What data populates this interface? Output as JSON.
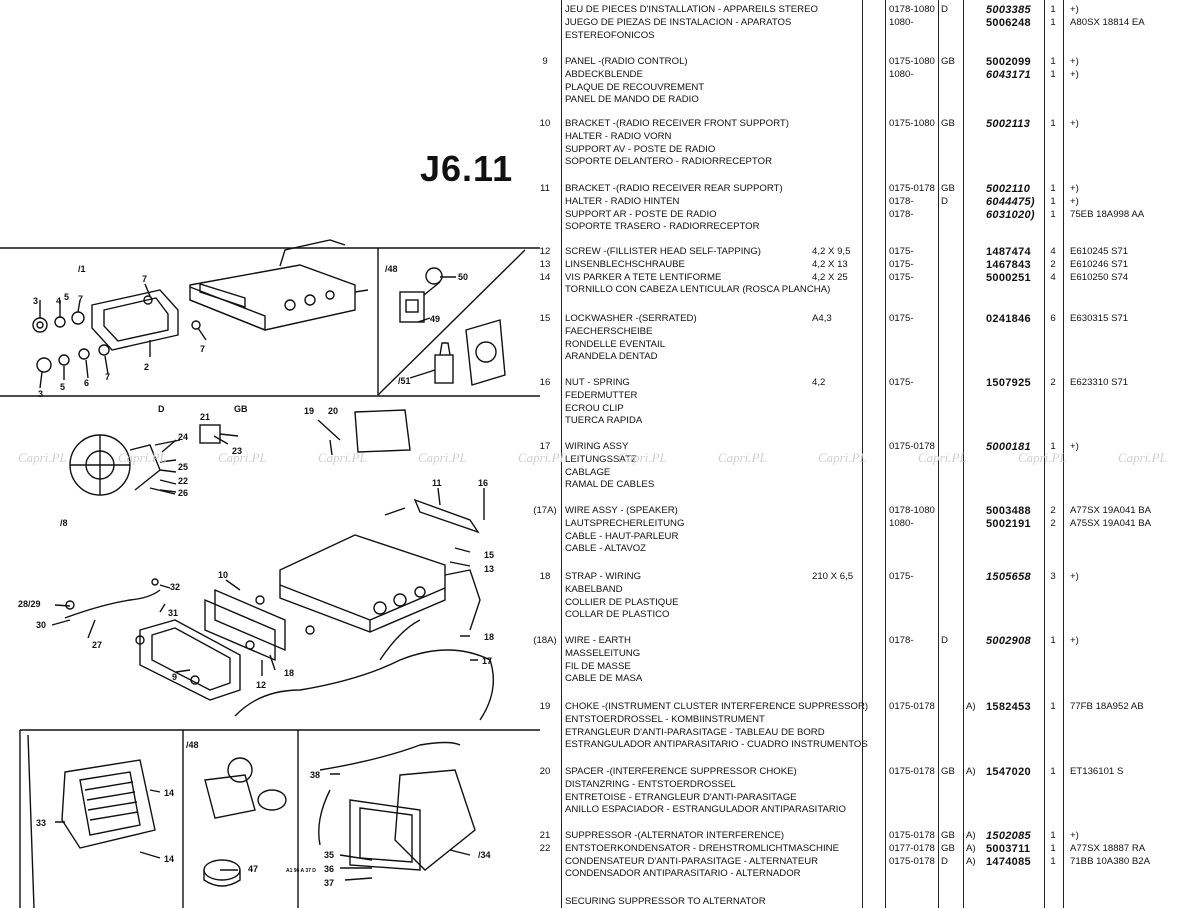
{
  "page_code": "J6.11",
  "watermark_text": "Capri.PL",
  "diagram_labels": {
    "section_fig_1": "/1",
    "section_fig_48_top": "/48",
    "section_fig_51": "/51",
    "section_fig_8": "/8",
    "section_fig_48_bottom": "/48",
    "section_fig_34": "/34",
    "market_d": "D",
    "market_gb": "GB",
    "n_3": "3",
    "n_4": "4",
    "n_5a": "5",
    "n_7a": "7",
    "n_7b": "7",
    "n_7c": "7",
    "n_2": "2",
    "n_5b": "5",
    "n_6": "6",
    "n_7d": "7",
    "n_3b": "3",
    "n_50": "50",
    "n_49": "49",
    "n_21": "21",
    "n_24": "24",
    "n_25": "25",
    "n_22": "22",
    "n_26": "26",
    "n_23": "23",
    "n_19": "19",
    "n_20": "20",
    "n_11": "11",
    "n_16": "16",
    "n_15": "15",
    "n_13": "13",
    "n_10": "10",
    "n_32": "32",
    "n_28_29": "28/29",
    "n_31": "31",
    "n_30": "30",
    "n_27": "27",
    "n_9": "9",
    "n_12": "12",
    "n_18a": "18",
    "n_18b": "18",
    "n_17": "17",
    "n_33": "33",
    "n_14a": "14",
    "n_14b": "14",
    "n_47": "47",
    "n_38": "38",
    "n_35": "35",
    "n_36": "36",
    "n_37": "37",
    "tiny_note": "A1 96 A 37 D"
  },
  "parts": [
    {
      "ref": "",
      "desc": [
        "JEU DE PIECES D'INSTALLATION - APPAREILS STEREO",
        "JUEGO DE PIEZAS DE INSTALACION - APARATOS",
        "ESTEREOFONICOS"
      ],
      "size": [],
      "range": [
        "0178-1080",
        "1080-"
      ],
      "market": [
        "D"
      ],
      "note": [],
      "part_no": [
        "5003385",
        "5006248"
      ],
      "qty": [
        "1",
        "1"
      ],
      "remark": [
        "+)",
        "A80SX 18814 EA"
      ]
    },
    {
      "ref": "9",
      "desc": [
        "PANEL -(RADIO CONTROL)",
        "ABDECKBLENDE",
        "PLAQUE DE RECOUVREMENT",
        "PANEL DE MANDO DE RADIO"
      ],
      "size": [],
      "range": [
        "0175-1080",
        "1080-"
      ],
      "market": [
        "GB"
      ],
      "note": [],
      "part_no": [
        "5002099",
        "6043171"
      ],
      "qty": [
        "1",
        "1"
      ],
      "remark": [
        "+)",
        "+)"
      ]
    },
    {
      "ref": "10",
      "desc": [
        "BRACKET -(RADIO RECEIVER FRONT SUPPORT)",
        "HALTER - RADIO VORN",
        "SUPPORT AV - POSTE DE RADIO",
        "SOPORTE DELANTERO - RADIORRECEPTOR"
      ],
      "size": [],
      "range": [
        "0175-1080"
      ],
      "market": [
        "GB"
      ],
      "note": [],
      "part_no": [
        "5002113"
      ],
      "qty": [
        "1"
      ],
      "remark": [
        "+)"
      ]
    },
    {
      "ref": "11",
      "desc": [
        "BRACKET -(RADIO RECEIVER REAR SUPPORT)",
        "HALTER - RADIO HINTEN",
        "SUPPORT AR - POSTE DE RADIO",
        "SOPORTE TRASERO - RADIORRECEPTOR"
      ],
      "size": [],
      "range": [
        "0175-0178",
        "0178-",
        "0178-"
      ],
      "market": [
        "GB",
        "D"
      ],
      "note": [],
      "part_no": [
        "5002110",
        "6044475)",
        "6031020)"
      ],
      "qty": [
        "1",
        "1",
        "1"
      ],
      "remark": [
        "+)",
        "+)",
        "75EB 18A998 AA"
      ]
    },
    {
      "ref": "12\n13\n14",
      "desc": [
        "SCREW -(FILLISTER HEAD SELF-TAPPING)",
        "LINSENBLECHSCHRAUBE",
        "VIS PARKER A TETE LENTIFORME",
        "TORNILLO CON CABEZA LENTICULAR (ROSCA PLANCHA)"
      ],
      "size": [
        "4,2 X 9,5",
        "4,2 X 13",
        "4,2 X 25"
      ],
      "range": [
        "0175-",
        "0175-",
        "0175-"
      ],
      "market": [],
      "note": [],
      "part_no": [
        "1487474",
        "1467843",
        "5000251"
      ],
      "qty": [
        "4",
        "2",
        "4"
      ],
      "remark": [
        "E610245 S71",
        "E610246 S71",
        "E610250 S74"
      ]
    },
    {
      "ref": "15",
      "desc": [
        "LOCKWASHER -(SERRATED)",
        "FAECHERSCHEIBE",
        "RONDELLE EVENTAIL",
        "ARANDELA DENTAD"
      ],
      "size": [
        "A4,3"
      ],
      "range": [
        "0175-"
      ],
      "market": [],
      "note": [],
      "part_no": [
        "0241846"
      ],
      "qty": [
        "6"
      ],
      "remark": [
        "E630315 S71"
      ]
    },
    {
      "ref": "16",
      "desc": [
        "NUT - SPRING",
        "FEDERMUTTER",
        "ECROU CLIP",
        "TUERCA RAPIDA"
      ],
      "size": [
        "4,2"
      ],
      "range": [
        "0175-"
      ],
      "market": [],
      "note": [],
      "part_no": [
        "1507925"
      ],
      "qty": [
        "2"
      ],
      "remark": [
        "E623310 S71"
      ]
    },
    {
      "ref": "17",
      "desc": [
        "WIRING ASSY",
        "LEITUNGSSATZ",
        "CABLAGE",
        "RAMAL DE CABLES"
      ],
      "size": [],
      "range": [
        "0175-0178"
      ],
      "market": [],
      "note": [],
      "part_no": [
        "5000181"
      ],
      "qty": [
        "1"
      ],
      "remark": [
        "+)"
      ]
    },
    {
      "ref": "(17A)",
      "desc": [
        "WIRE ASSY - (SPEAKER)",
        "LAUTSPRECHERLEITUNG",
        "CABLE - HAUT-PARLEUR",
        "CABLE - ALTAVOZ"
      ],
      "size": [],
      "range": [
        "0178-1080",
        "1080-"
      ],
      "market": [],
      "note": [],
      "part_no": [
        "5003488",
        "5002191"
      ],
      "qty": [
        "2",
        "2"
      ],
      "remark": [
        "A77SX 19A041 BA",
        "A75SX 19A041 BA"
      ]
    },
    {
      "ref": "18",
      "desc": [
        "STRAP - WIRING",
        "KABELBAND",
        "COLLIER DE PLASTIQUE",
        "COLLAR DE PLASTICO"
      ],
      "size": [
        "210 X 6,5"
      ],
      "range": [
        "0175-"
      ],
      "market": [],
      "note": [],
      "part_no": [
        "1505658"
      ],
      "qty": [
        "3"
      ],
      "remark": [
        "+)"
      ]
    },
    {
      "ref": "(18A)",
      "desc": [
        "WIRE - EARTH",
        "MASSELEITUNG",
        "FIL DE MASSE",
        "CABLE DE MASA"
      ],
      "size": [],
      "range": [
        "0178-"
      ],
      "market": [
        "D"
      ],
      "note": [],
      "part_no": [
        "5002908"
      ],
      "qty": [
        "1"
      ],
      "remark": [
        "+)"
      ]
    },
    {
      "ref": "19",
      "desc": [
        "CHOKE -(INSTRUMENT CLUSTER INTERFERENCE SUPPRESSOR)",
        "ENTSTOERDROSSEL - KOMBIINSTRUMENT",
        "ETRANGLEUR D'ANTI-PARASITAGE - TABLEAU DE BORD",
        "ESTRANGULADOR ANTIPARASITARIO - CUADRO INSTRUMENTOS"
      ],
      "size": [],
      "range": [
        "0175-0178"
      ],
      "market": [],
      "note": [
        "A)"
      ],
      "part_no": [
        "1582453"
      ],
      "qty": [
        "1"
      ],
      "remark": [
        "77FB 18A952 AB"
      ]
    },
    {
      "ref": "20",
      "desc": [
        "SPACER -(INTERFERENCE SUPPRESSOR CHOKE)",
        "DISTANZRING - ENTSTOERDROSSEL",
        "ENTRETOISE - ETRANGLEUR D'ANTI-PARASITAGE",
        "ANILLO ESPACIADOR - ESTRANGULADOR ANTIPARASITARIO"
      ],
      "size": [],
      "range": [
        "0175-0178"
      ],
      "market": [
        "GB"
      ],
      "note": [
        "A)"
      ],
      "part_no": [
        "1547020"
      ],
      "qty": [
        "1"
      ],
      "remark": [
        "Et136101 S"
      ]
    },
    {
      "ref": "21\n22",
      "desc": [
        "SUPPRESSOR -(ALTERNATOR INTERFERENCE)",
        "ENTSTOERKONDENSATOR - DREHSTROMLICHTMASCHINE",
        "CONDENSATEUR D'ANTI-PARASITAGE - ALTERNATEUR",
        "CONDENSADOR ANTIPARASITARIO - ALTERNADOR"
      ],
      "size": [],
      "range": [
        "0175-0178",
        "0177-0178",
        "0175-0178"
      ],
      "market": [
        "GB",
        "GB",
        "D"
      ],
      "note": [
        "A)",
        "A)",
        "A)"
      ],
      "part_no": [
        "1502085",
        "5003711",
        "1474085"
      ],
      "qty": [
        "1",
        "1",
        "1"
      ],
      "remark": [
        "+)",
        "A77SX 18887 RA",
        "71BB 10A380 B2A"
      ]
    },
    {
      "ref": "",
      "desc": [
        "SECURING SUPPRESSOR TO ALTERNATOR"
      ],
      "size": [],
      "range": [],
      "market": [],
      "note": [],
      "part_no": [],
      "qty": [],
      "remark": []
    }
  ]
}
